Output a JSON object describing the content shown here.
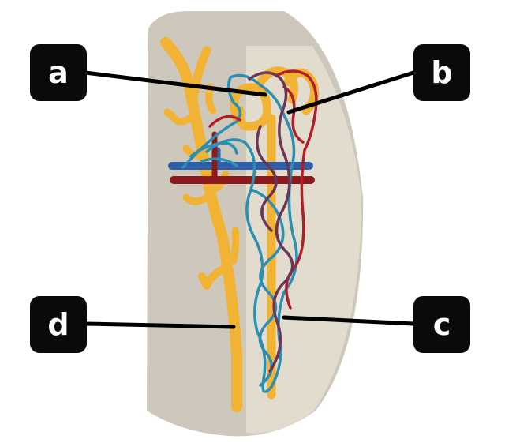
{
  "labels": {
    "a": "a",
    "b": "b",
    "c": "c",
    "d": "d"
  },
  "colors": {
    "background_tissue": "#cdc8bb",
    "inner_tissue": "#e1dccd",
    "collecting_duct": "#f2b233",
    "vein": "#2f5ea8",
    "artery": "#8c1a1a",
    "capillary_blue": "#2b8fb3",
    "capillary_red": "#b01e2a",
    "capillary_purple": "#6a3556",
    "label_box": "#0a0a0a",
    "leader_line": "#000000"
  }
}
